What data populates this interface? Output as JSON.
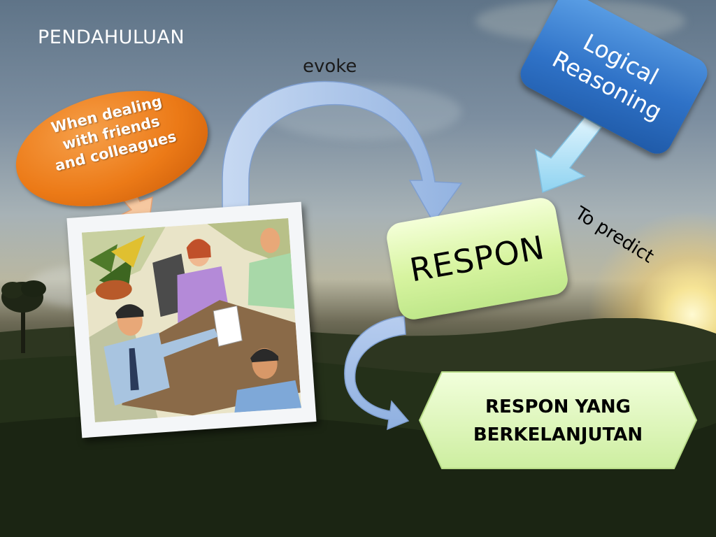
{
  "slide": {
    "title": "PENDAHULUAN",
    "labels": {
      "evoke": "evoke",
      "to_predict": "To predict"
    },
    "shapes": {
      "oval_lines": [
        "When dealing",
        "with friends",
        "and colleagues"
      ],
      "logic_lines": [
        "Logical",
        "Reasoning"
      ],
      "respon": "RESPON",
      "hex_lines": [
        "RESPON YANG",
        "BERKELANJUTAN"
      ]
    },
    "colors": {
      "oval": "#ec7a17",
      "logic": "#2f72c7",
      "respon": "#d7f4a0",
      "hex": "#d7f4a0",
      "arrow": "#a9c4e8",
      "arrow_light": "#a8e0f6"
    },
    "icons": {
      "photo": "meeting-clipart-icon"
    }
  }
}
